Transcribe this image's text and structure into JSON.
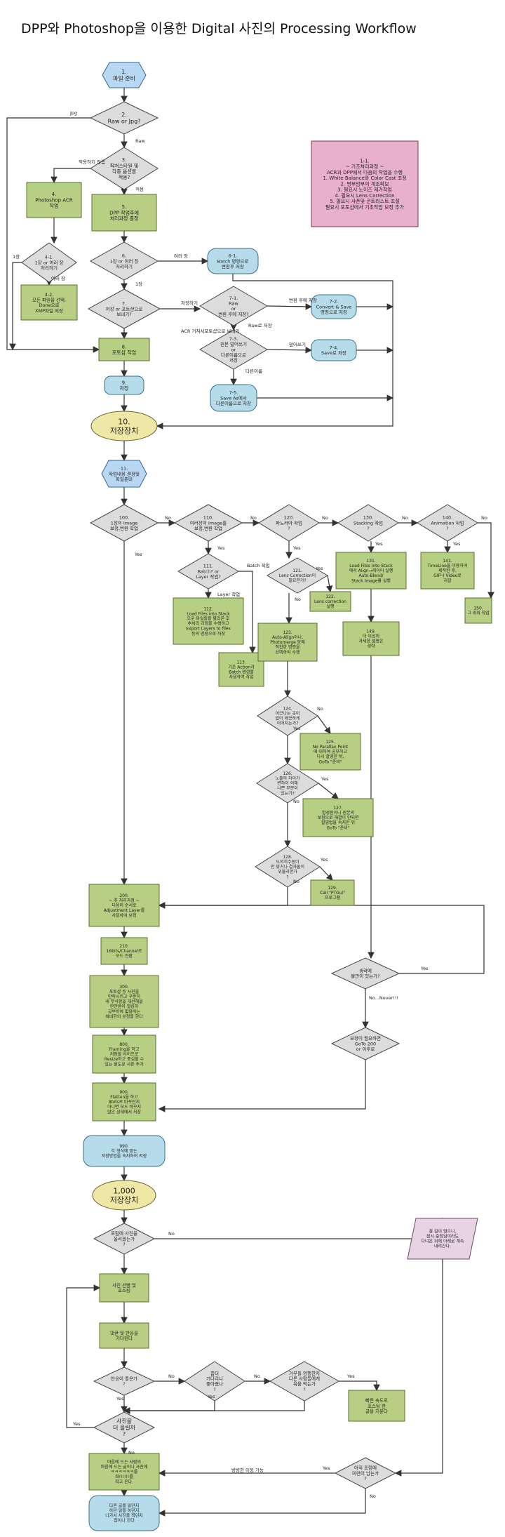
{
  "title": "DPP와 Photoshop을 이용한 Digital 사진의 Processing Workflow",
  "colors": {
    "process": "#b7cf82",
    "decision": "#dcdcdc",
    "terminal": "#b6dceb",
    "storage": "#eee7a6",
    "note": "#e8b0cb",
    "comment": "#e7d3e3",
    "start": "#b8d7f3"
  },
  "nodes": [
    {
      "id": "n1",
      "shape": "hex",
      "text": "1.\n파일 준비"
    },
    {
      "id": "n2",
      "shape": "diamond",
      "text": "2.\nRaw or Jpg?"
    },
    {
      "id": "n3",
      "shape": "diamond",
      "text": "3.\n픽쳐스타일 및\n각종 옵션을\n적용?"
    },
    {
      "id": "n4",
      "shape": "rect",
      "text": "4.\nPhotoshop ACR\n작업"
    },
    {
      "id": "n5",
      "shape": "rect",
      "text": "5.\nDPP 작업후에\n처리과정 결정"
    },
    {
      "id": "n11note",
      "shape": "note",
      "text": "1-1.\n~ 기초처리과정 ~\nACR과 DPP에서 다음의 작업을 수행\n1. White Balance와 Color Cast 조정\n2. 명부암부의 계조확보\n3. 필요시 노이즈 제거작업\n4. 필요시 Lens Correction\n5. 필요시 샤픈및 콘트라스트 조절\n필요시 포토샵에서 기초작업 보정 추가"
    },
    {
      "id": "n41",
      "shape": "diamond",
      "text": "4-1.\n1장 or 여러 장\n처리하기"
    },
    {
      "id": "n42",
      "shape": "rect",
      "text": "4-2.\n모든 파일을 선택,\nDone으로\nXMP파일 저장"
    },
    {
      "id": "n6",
      "shape": "diamond",
      "text": "6.\n1장 or 여러 장\n처리하기"
    },
    {
      "id": "n61",
      "shape": "terminal",
      "text": "6-1.\nBatch 명령으로\n변환후 저장"
    },
    {
      "id": "n7",
      "shape": "diamond",
      "text": "7.\n저장 or 포토샵으로\n보내기?"
    },
    {
      "id": "n71",
      "shape": "diamond",
      "text": "7-1.\nRaw\nor\n변환 후에 저장?"
    },
    {
      "id": "n72",
      "shape": "terminal",
      "text": "7-2.\nConvert & Save\n명령으로 저장"
    },
    {
      "id": "n73",
      "shape": "diamond",
      "text": "7-3.\n원본 덮어쓰기\nor\n다른이름으로\n저장"
    },
    {
      "id": "n74",
      "shape": "terminal",
      "text": "7-4.\nSave로 저장"
    },
    {
      "id": "n75",
      "shape": "terminal",
      "text": "7-5.\nSave As에서\n다른이름으로 저장"
    },
    {
      "id": "n8",
      "shape": "rect",
      "text": "8.\n포토샵 작업"
    },
    {
      "id": "n9",
      "shape": "terminal",
      "text": "9.\n저장"
    },
    {
      "id": "n10",
      "shape": "oval",
      "text": "10.\n저장장치"
    },
    {
      "id": "n11",
      "shape": "hex",
      "text": "11.\n작업내용 결정및\n파일준비"
    },
    {
      "id": "n100",
      "shape": "diamond",
      "text": "100.\n1장의 Image\n보정,변환 작업"
    },
    {
      "id": "n110",
      "shape": "diamond",
      "text": "110.\n여러장의 Image를\n보정,변환 작업"
    },
    {
      "id": "n120",
      "shape": "diamond",
      "text": "120.\n파노라마 작업\n?"
    },
    {
      "id": "n130",
      "shape": "diamond",
      "text": "130.\nStacking 작업\n?"
    },
    {
      "id": "n140",
      "shape": "diamond",
      "text": "140.\nAnimation 작업\n?"
    },
    {
      "id": "n111",
      "shape": "diamond",
      "text": "111.\nBatch? or\nLayer 작업?"
    },
    {
      "id": "n112",
      "shape": "rect",
      "text": "112.\nLoad Files into Stack\n으로 파일들을 불러온 후\n추처리 과정을 수행하고\nExport Layers to files\n등의 명령으로 저장"
    },
    {
      "id": "n113",
      "shape": "rect",
      "text": "113.\n기존 Action과\nBatch 명령을\n사용하여 작업"
    },
    {
      "id": "n121",
      "shape": "diamond",
      "text": "121.\nLens Correction이\n필요한가?"
    },
    {
      "id": "n122",
      "shape": "rect",
      "text": "122.\nLens correction\n실행"
    },
    {
      "id": "n123",
      "shape": "rect",
      "text": "123.\nAuto-Align이나,\nPhotomerge 등에\n적합한 명령을\n선택하여 수행"
    },
    {
      "id": "n131",
      "shape": "rect",
      "text": "131.\nLoad Files into Stack\n에서 Align→레이어 실행\nAuto-Blend/\nStack Image를 실행"
    },
    {
      "id": "n141",
      "shape": "rect",
      "text": "141.\nTimeLine을 이용하여\n제작한 후,\nGIF나 Video로\n저장"
    },
    {
      "id": "n149",
      "shape": "rect",
      "text": "149.\n더 이상의\n자세한 설명은\n생략"
    },
    {
      "id": "n150",
      "shape": "rect",
      "text": "150.\n그 외의 작업"
    },
    {
      "id": "n124",
      "shape": "diamond",
      "text": "124.\n어긋나는 곳이\n없이 깨끗하게\n이어지는가?"
    },
    {
      "id": "n125",
      "shape": "rect",
      "text": "125.\nNo Parallax Point\n에 대하여 공부하고\n다시 촬영한 뒤,\nGoTo \"준비\""
    },
    {
      "id": "n126",
      "shape": "diamond",
      "text": "126.\n노출의 차이가\n변하이 의해\n나쁜 부분이\n있는가?"
    },
    {
      "id": "n127",
      "shape": "rect",
      "text": "127.\n합성원이나 원본의\n보정으로 해결이 안되면\n촬영법을 숙지한 뒤\nGoTo \"준비\""
    },
    {
      "id": "n128",
      "shape": "diamond",
      "text": "128.\n도저히수동이\n안 맞거나 결과물이\n위불리한가\n?"
    },
    {
      "id": "n129",
      "shape": "rect",
      "text": "129.\nCall \"PTGui\"\n프로그램"
    },
    {
      "id": "n200",
      "shape": "rect",
      "text": "200.\n~ 추 처리과정 ~\n다음의 순서로\nAdjustment Layer를\n사용하여 보정"
    },
    {
      "id": "n210",
      "shape": "rect",
      "text": "210.\n16bits/Channel로\n모드 전환"
    },
    {
      "id": "n300",
      "shape": "rect",
      "text": "300.\n포토샵 등 사진을\n만족시키고 꾸준히\n내 무식함을 개선해을\n한만큼이 열심히\n공부하여 활용하는\n최대한의 보정을 한다"
    },
    {
      "id": "n800",
      "shape": "rect",
      "text": "800.\nFraming을 하고\n저장할 사이즈로\nResize하고 중심할 수\n있는 원도로 사픈 추가"
    },
    {
      "id": "n900",
      "shape": "rect",
      "text": "900.\nFlatten을 하고\n8bits로 바꾸던지\n아니면 모드 바꾸지\n않은 상태에서 저장"
    },
    {
      "id": "n990",
      "shape": "terminal",
      "text": "990.\n각 형식에 맞는\n저장방법을 숙지하여 저장"
    },
    {
      "id": "nq1",
      "shape": "diamond",
      "text": "생략에\n불만이 있는가?"
    },
    {
      "id": "nq2",
      "shape": "diamond",
      "text": "보정이 필요하면\nGoTo 200\nor 이후로"
    },
    {
      "id": "n1000",
      "shape": "oval",
      "text": "1,000\n저장장치"
    },
    {
      "id": "nb1",
      "shape": "diamond",
      "text": "포럼에 사진을\n올리겠는가\n?"
    },
    {
      "id": "nb2",
      "shape": "rect",
      "text": "사진 선별 및\n포스팅"
    },
    {
      "id": "nb3",
      "shape": "rect",
      "text": "댓글 및 반응을\n기다린다"
    },
    {
      "id": "nb4",
      "shape": "diamond",
      "text": "반응이 좋은가\n?"
    },
    {
      "id": "nb5",
      "shape": "diamond",
      "text": "좀더\n기다리니\n좋아졌나\n?"
    },
    {
      "id": "nb6",
      "shape": "diamond",
      "text": "거부들 엉뚱한지\n다른 사람들에게\n욕을 먹는가\n?"
    },
    {
      "id": "nb7",
      "shape": "diamond",
      "text": "사진을\n더 올릴까\n?"
    },
    {
      "id": "nb8",
      "shape": "rect",
      "text": "빠른 속도로\n포스팅 한\n글을 지운다"
    },
    {
      "id": "nb9",
      "shape": "rect",
      "text": "마음에 드는 사람의\n마음에 드는 글이나 사진에\nㅋㅋㅋㅋㅋㅋ를\n좌!!!!!!를\n적고 온다."
    },
    {
      "id": "nb10",
      "shape": "diamond",
      "text": "아직 포럼에\n미련이 남는가\n?"
    },
    {
      "id": "nb11",
      "shape": "terminal",
      "text": "다른 글을 읽던지\n하던 일을 하던지\n나가서 사진을 찍던지\n잠이나 잔다"
    },
    {
      "id": "nbp",
      "shape": "comment",
      "text": "잘 길이 멀으니,\n잠시 중정일이라도\n다녀온 뒤에 아래로 계속\n내려간다."
    }
  ],
  "edge_labels": {
    "jpg": "Jpg",
    "raw": "Raw",
    "not_applied": "적용하지 않음",
    "applied": "적용",
    "one": "1장",
    "several": "여러 장",
    "save": "저장하기",
    "to_photoshop": "ACR 거쳐서포토샵으로 보내기",
    "raw_save": "Raw로 저장",
    "convert_save": "변환 후에 저장",
    "overwrite": "덮어쓰기",
    "other_name": "다른이름",
    "no": "No",
    "yes": "Yes",
    "batch_job": "Batch 작업",
    "layer_job": "Layer 작업",
    "no_never": "No...Never!!!",
    "various": "방방한 이동 가능"
  }
}
